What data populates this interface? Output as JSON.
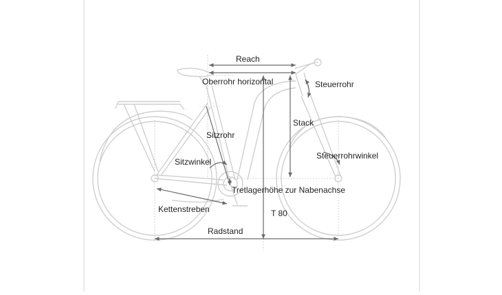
{
  "labels": {
    "reach": "Reach",
    "top_tube": "Oberrohr horizontal",
    "head_tube": "Steuerrohr",
    "stack": "Stack",
    "seat_tube": "Sitzrohr",
    "head_angle": "Steuerrohrwinkel",
    "seat_angle": "Sitzwinkel",
    "bb_drop": "Tretlagerhöhe zur Nabenachse",
    "chainstay": "Kettenstreben",
    "t80": "T 80",
    "wheelbase": "Radstand"
  },
  "colors": {
    "frame": "#cfcfcf",
    "dimension": "#6a6a6a",
    "text": "#222222"
  }
}
